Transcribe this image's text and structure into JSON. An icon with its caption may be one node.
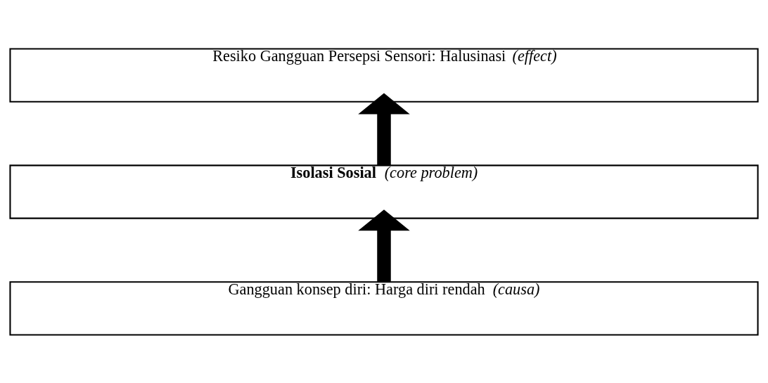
{
  "diagram": {
    "nodes": [
      {
        "text": [
          "Resiko Gangguan Persepsi Sensori: Halusinasi *(effect)*"
        ]
      },
      {
        "text": [
          "**Isolasi Sosial** *(core problem)*"
        ]
      },
      {
        "text": [
          "Gangguan konsep diri: Harga diri rendah *(causa)*"
        ]
      }
    ],
    "edges": [
      {
        "from": 2,
        "to": 1,
        "arrow": "to"
      },
      {
        "from": 1,
        "to": 0,
        "arrow": "to"
      }
    ]
  }
}
